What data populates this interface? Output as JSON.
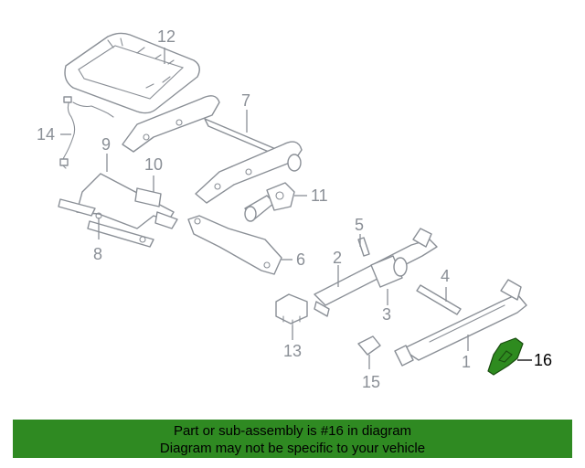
{
  "diagram": {
    "highlighted_part": "16",
    "highlight_color": "#2f8a22",
    "callouts": [
      "1",
      "2",
      "3",
      "4",
      "5",
      "6",
      "7",
      "8",
      "9",
      "10",
      "11",
      "12",
      "13",
      "14",
      "15",
      "16"
    ]
  },
  "banner": {
    "line1": "Part or sub-assembly is #16 in diagram",
    "line2": "Diagram may not be specific to your vehicle",
    "background": "#2f8a22"
  }
}
